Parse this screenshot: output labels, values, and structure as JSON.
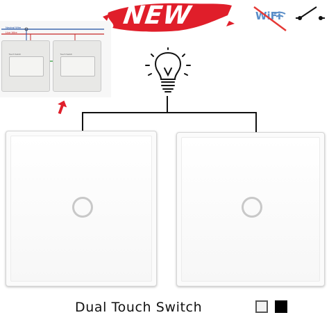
{
  "banner": {
    "text": "NEW",
    "color": "#e01e2a"
  },
  "wifi_badge": {
    "text": "WiFi",
    "crossed": true,
    "cross_color": "#e53935"
  },
  "wiring_diagram": {
    "neutral_label": "Neutral Wire",
    "live_label": "Live Wire",
    "module_label": "Touch Switch"
  },
  "caption": "Dual Touch Switch",
  "colors": {
    "white_option": "#f2f2f2",
    "black_option": "#000000",
    "accent_red": "#e01e2a"
  },
  "icons": [
    "lightbulb-icon",
    "switch-symbol-icon",
    "wifi-crossed-icon",
    "red-arrow-icon"
  ]
}
